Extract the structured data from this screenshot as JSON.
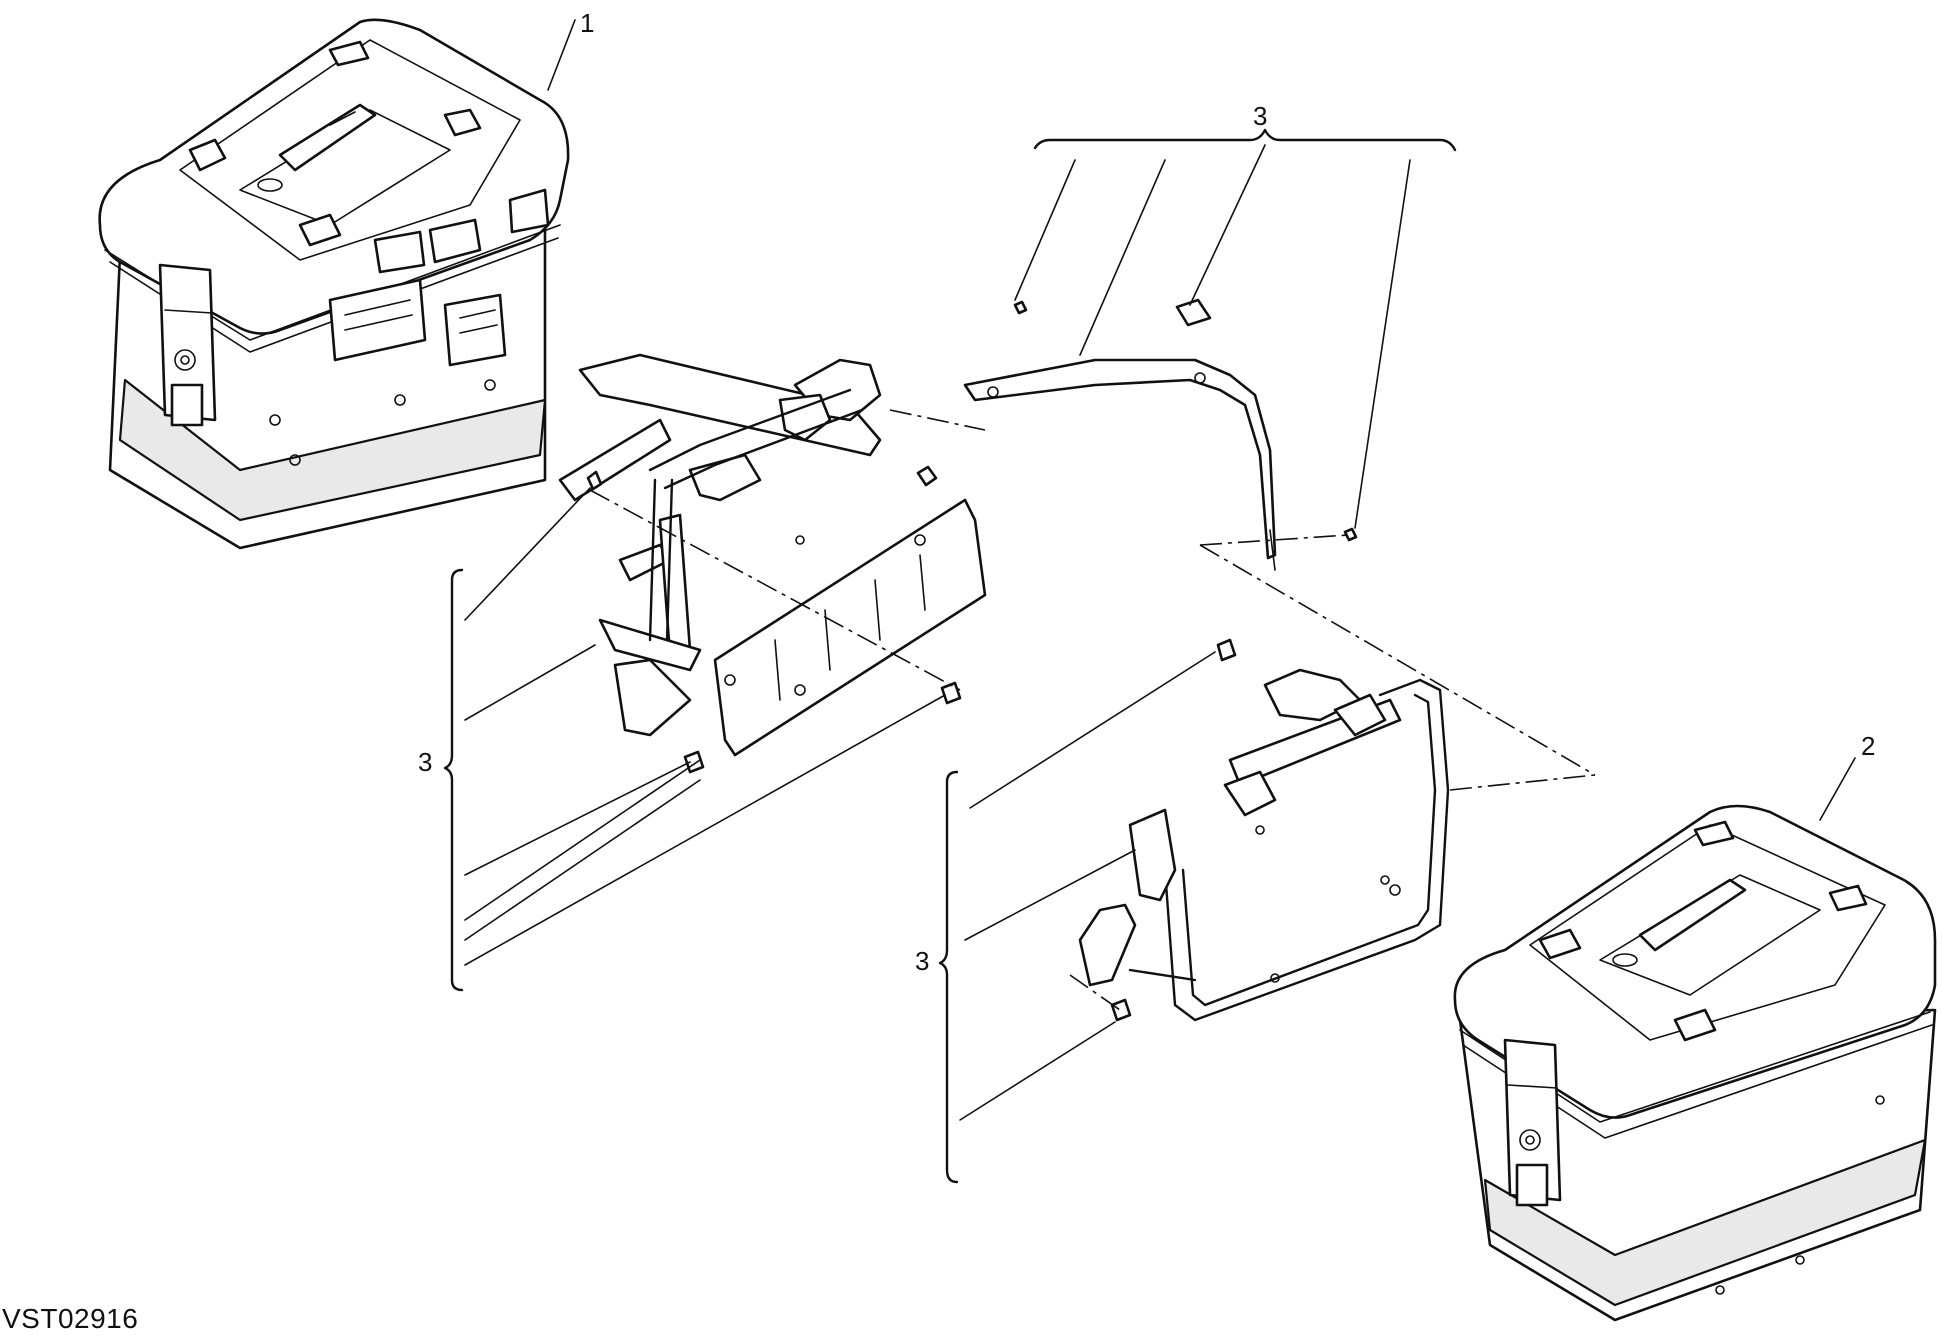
{
  "diagram": {
    "callouts": {
      "item_1": "1",
      "item_2": "2",
      "item_3_top": "3",
      "item_3_left": "3",
      "item_3_right": "3"
    },
    "drawing_code": "VST02916"
  }
}
